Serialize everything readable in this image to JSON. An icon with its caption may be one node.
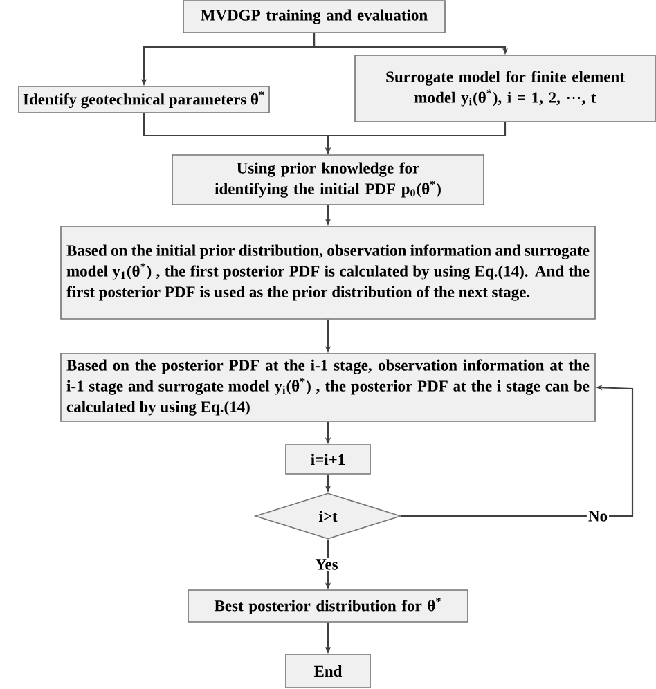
{
  "diagram": {
    "nodes": [
      {
        "text": [
          "MVDGP training and evaluation"
        ]
      },
      {
        "text": [
          "Identify geotechnical parameters θ$^{*}$"
        ]
      },
      {
        "text": [
          "Surrogate model for finite element model y$_{i}$(θ$^{*}$), i = 1, 2, ⋯, t"
        ]
      },
      {
        "text": [
          "Using prior knowledge for identifying the initial PDF p$_{0}$(θ$^{*}$)"
        ]
      },
      {
        "text": [
          "Based on the initial prior distribution, observation information and surrogate model y$_{1}$(θ$^{*}$) , the first posterior PDF is calculated by using Eq.(14). And the first posterior PDF is used as the prior distribution of the next stage."
        ]
      },
      {
        "text": [
          "Based on the posterior PDF at the i-1 stage, observation information at the i-1 stage and surrogate model y$_{i}$(θ$^{*}$) , the posterior PDF at the i stage can be calculated by using Eq.(14)"
        ]
      },
      {
        "text": [
          "i=i+1"
        ]
      },
      {
        "text": [
          "i>t"
        ]
      },
      {
        "text": [
          "Best posterior distribution for θ$^{*}$"
        ]
      },
      {
        "text": [
          "End"
        ]
      }
    ],
    "edges": [
      {
        "from": 0,
        "to": 1,
        "arrow": "to"
      },
      {
        "from": 0,
        "to": 2,
        "arrow": "to"
      },
      {
        "from": 1,
        "to": 3,
        "arrow": "to"
      },
      {
        "from": 2,
        "to": 3,
        "arrow": "to"
      },
      {
        "from": 3,
        "to": 4,
        "arrow": "to"
      },
      {
        "from": 4,
        "to": 5,
        "arrow": "to"
      },
      {
        "from": 5,
        "to": 6,
        "arrow": "to"
      },
      {
        "from": 6,
        "to": 7,
        "arrow": "to"
      },
      {
        "from": 7,
        "to": 8,
        "label": "Yes",
        "arrow": "to"
      },
      {
        "from": 8,
        "to": 9,
        "arrow": "to"
      },
      {
        "from": 7,
        "to": 5,
        "label": "No",
        "arrow": "to"
      }
    ]
  }
}
